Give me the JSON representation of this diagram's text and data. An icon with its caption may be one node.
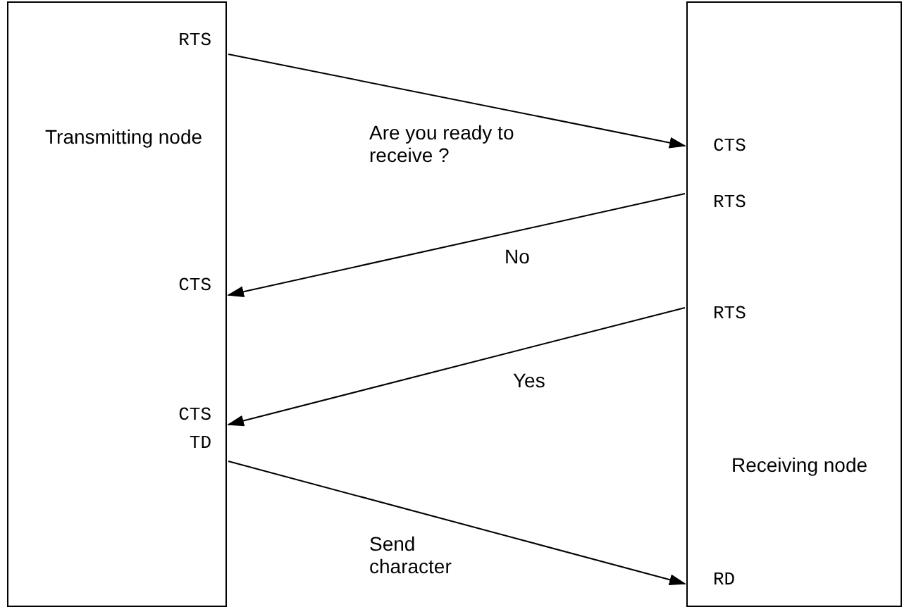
{
  "diagram": {
    "nodes": [
      {
        "text": [
          "Transmitting node"
        ]
      },
      {
        "text": [
          "RTS"
        ],
        "in": 0
      },
      {
        "text": [
          "Receiving node"
        ]
      },
      {
        "text": [
          "CTS"
        ],
        "in": 2
      },
      {
        "text": [
          "RTS"
        ],
        "in": 2
      },
      {
        "text": [
          "CTS"
        ],
        "in": 0
      },
      {
        "text": [
          "RTS"
        ],
        "in": 2
      },
      {
        "text": [
          "CTS"
        ],
        "in": 0
      },
      {
        "text": [
          "TD"
        ],
        "in": 0
      },
      {
        "text": [
          "RD"
        ],
        "in": 2
      }
    ],
    "edges": [
      {
        "from": 1,
        "to": 3,
        "arrow": "to",
        "label": "Are you ready to receive ?"
      },
      {
        "from": 4,
        "to": 5,
        "arrow": "to",
        "label": "No"
      },
      {
        "from": 6,
        "to": 7,
        "arrow": "to",
        "label": "Yes"
      },
      {
        "from": 8,
        "to": 9,
        "arrow": "to",
        "label": "Send character"
      }
    ]
  }
}
